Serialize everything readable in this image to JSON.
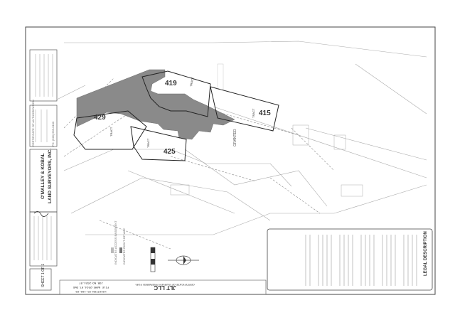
{
  "lots": [
    {
      "number": "419",
      "tract": "TRACT"
    },
    {
      "number": "415",
      "tract": "TRACT"
    },
    {
      "number": "429",
      "tract": "TRACT"
    },
    {
      "number": "425",
      "tract": "TRACT"
    }
  ],
  "title_block": {
    "certificate": "CERTIFICATE OF SURVEY PREPARED FOR:",
    "client": "JLT LLC",
    "job_no": "JOB NO:2024-07",
    "file_name": "FILE NAME:2024-07.DWG",
    "location": "LOCATION:25-12A-29"
  },
  "firm": {
    "name": "O'MALLEY & KOBAL",
    "subtitle": "LAND SURVEYORS, INC.",
    "cert_label": "CERTIFICATE OF AUTHORIZATION",
    "phone": "PH: (928) 555-0100"
  },
  "legal": {
    "heading": "LEGAL DESCRIPTION"
  },
  "legend": {
    "item1": "INDICATES RIGHT-OF-WAY",
    "item2": "INDICATES ACCESS EASEMENT"
  },
  "sheet": {
    "label": "SHEET 1 OF 1"
  },
  "street": {
    "name": "GRANTED"
  }
}
